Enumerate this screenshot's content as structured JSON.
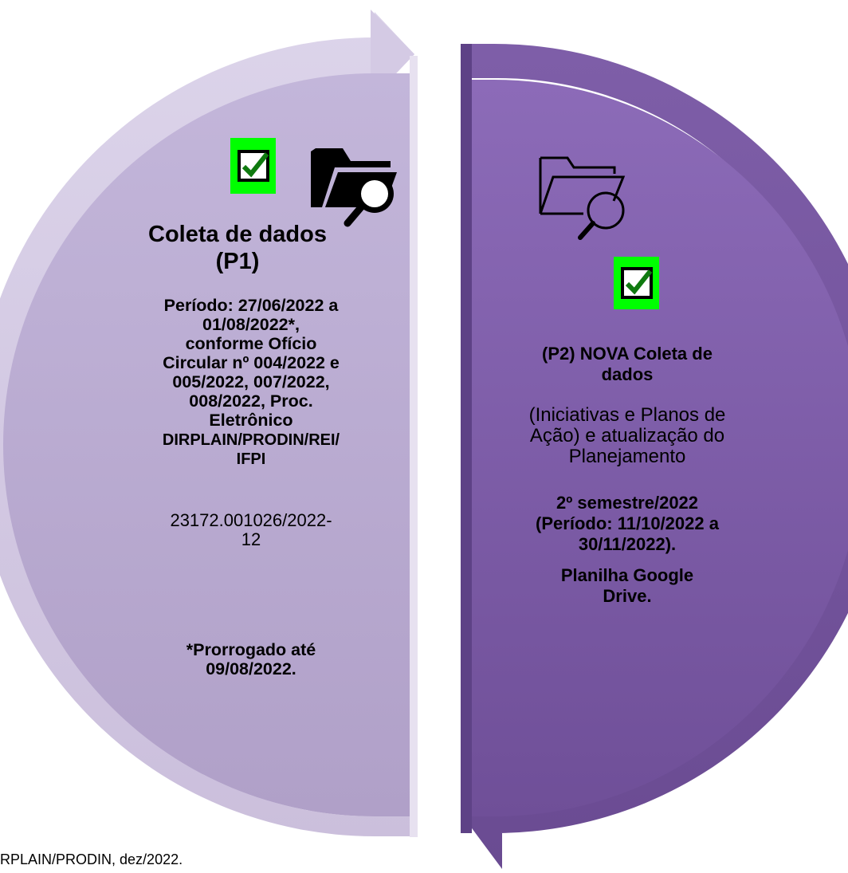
{
  "left": {
    "title_line1": "Coleta de dados",
    "title_line2": "(P1)",
    "period": [
      "Período: 27/06/2022 a",
      "01/08/2022*,",
      "conforme Ofício",
      "Circular nº 004/2022 e",
      "005/2022, 007/2022,",
      "008/2022, Proc.",
      "Eletrônico"
    ],
    "process_org": [
      "DIRPLAIN/PRODIN/REI/",
      "IFPI"
    ],
    "process_number": [
      "23172.001026/2022-",
      "12"
    ],
    "extension": [
      "*Prorrogado até",
      "09/08/2022."
    ],
    "check_icon": "checkbox-checked-icon",
    "folder_icon": "folder-search-icon"
  },
  "right": {
    "title": [
      "(P2) NOVA Coleta de",
      "dados"
    ],
    "description": [
      "(Iniciativas e Planos de",
      "Ação) e atualização do",
      "Planejamento"
    ],
    "period": [
      "2º semestre/2022",
      "(Período: 11/10/2022 a",
      "30/11/2022)."
    ],
    "tool": [
      "Planilha Google",
      "Drive."
    ],
    "check_icon": "checkbox-checked-icon",
    "folder_icon": "folder-search-icon"
  },
  "footer": "RPLAIN/PRODIN, dez/2022.",
  "colors": {
    "left_fill": "#b5a3cf",
    "right_fill": "#7d5ba6",
    "check_bg": "#00ff00"
  }
}
